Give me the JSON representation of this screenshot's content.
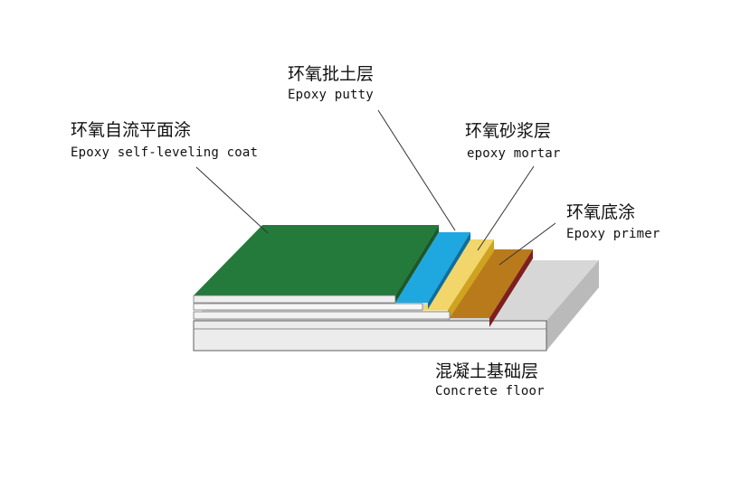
{
  "layers": [
    {
      "id": "self-leveling",
      "zh": "环氧自流平面涂",
      "en": "Epoxy self-leveling coat",
      "color": "#247a3a"
    },
    {
      "id": "putty",
      "zh": "环氧批土层",
      "en": "Epoxy putty",
      "color": "#1fa8e0"
    },
    {
      "id": "mortar",
      "zh": "环氧砂浆层",
      "en": "epoxy mortar",
      "color": "#f2d56b"
    },
    {
      "id": "primer",
      "zh": "环氧底涂",
      "en": "Epoxy primer",
      "color": "#b97a1c"
    },
    {
      "id": "concrete",
      "zh": "混凝土基础层",
      "en": "Concrete floor",
      "color": "#d6d7d6"
    }
  ]
}
